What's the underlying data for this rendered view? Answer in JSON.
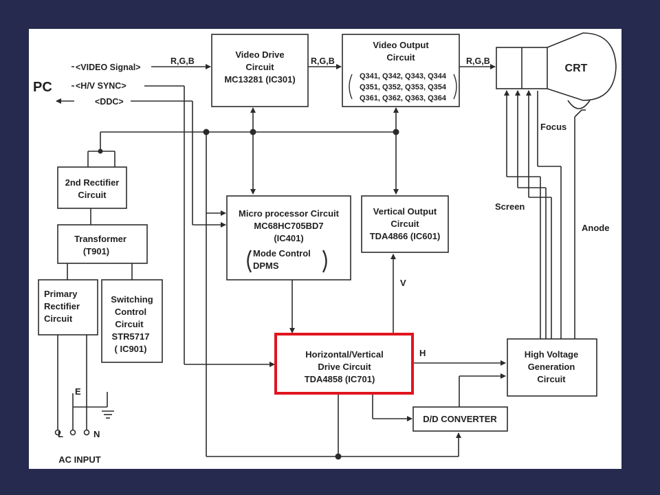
{
  "signals": {
    "video_signal": "<VIDEO Signal>",
    "hv_sync": "<H/V SYNC>",
    "ddc": "<DDC>",
    "pc": "PC",
    "rgb": "R,G,B"
  },
  "blocks": {
    "video_drive": [
      "Video Drive",
      "Circuit",
      "MC13281 (IC301)"
    ],
    "video_output": {
      "lines": [
        "Video Output",
        "Circuit"
      ],
      "transistors": [
        "Q341, Q342, Q343, Q344",
        "Q351, Q352, Q353, Q354",
        "Q361, Q362, Q363, Q364"
      ]
    },
    "crt": "CRT",
    "second_rectifier": [
      "2nd Rectifier",
      "Circuit"
    ],
    "transformer": [
      "Transformer",
      "(T901)"
    ],
    "primary_rectifier": [
      "Primary",
      "Rectifier",
      "Circuit"
    ],
    "switching_control": [
      "Switching",
      "Control",
      "Circuit",
      "STR5717",
      "( IC901)"
    ],
    "micro_processor": {
      "lines": [
        "Micro processor Circuit",
        "MC68HC705BD7",
        "(IC401)"
      ],
      "modes": [
        "Mode Control",
        "DPMS"
      ]
    },
    "vertical_output": [
      "Vertical Output",
      "Circuit",
      "TDA4866 (IC601)"
    ],
    "hv_drive": [
      "Horizontal/Vertical",
      "Drive Circuit",
      "TDA4858 (IC701)"
    ],
    "high_voltage": [
      "High Voltage",
      "Generation",
      "Circuit"
    ],
    "dd_converter": "D/D CONVERTER"
  },
  "labels": {
    "focus": "Focus",
    "screen": "Screen",
    "anode": "Anode",
    "v": "V",
    "h": "H",
    "e": "E",
    "l": "L",
    "n": "N",
    "ac_input": "AC INPUT"
  },
  "colors": {
    "slide_background": "#262a4e",
    "diagram_background": "#ffffff",
    "line": "#2b2b2b",
    "highlight": "#e0141e"
  }
}
